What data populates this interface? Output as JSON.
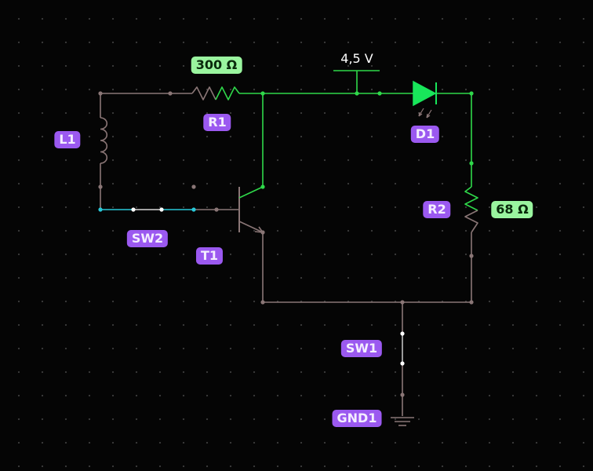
{
  "components": {
    "R1": {
      "name": "R1",
      "value": "300 Ω"
    },
    "R2": {
      "name": "R2",
      "value": "68 Ω"
    },
    "L1": {
      "name": "L1"
    },
    "D1": {
      "name": "D1"
    },
    "T1": {
      "name": "T1"
    },
    "SW1": {
      "name": "SW1"
    },
    "SW2": {
      "name": "SW2"
    },
    "GND1": {
      "name": "GND1"
    },
    "source": {
      "value": "4,5 V"
    }
  },
  "colors": {
    "background": "#050505",
    "grid_dot": "#3a3a3a",
    "wire_idle": "#8a7676",
    "wire_active": "#2fd84a",
    "wire_switch": "#28c8d8",
    "diode_fill": "#18e65a",
    "label_purple": "#9b59f0",
    "label_green": "#9af59f"
  }
}
